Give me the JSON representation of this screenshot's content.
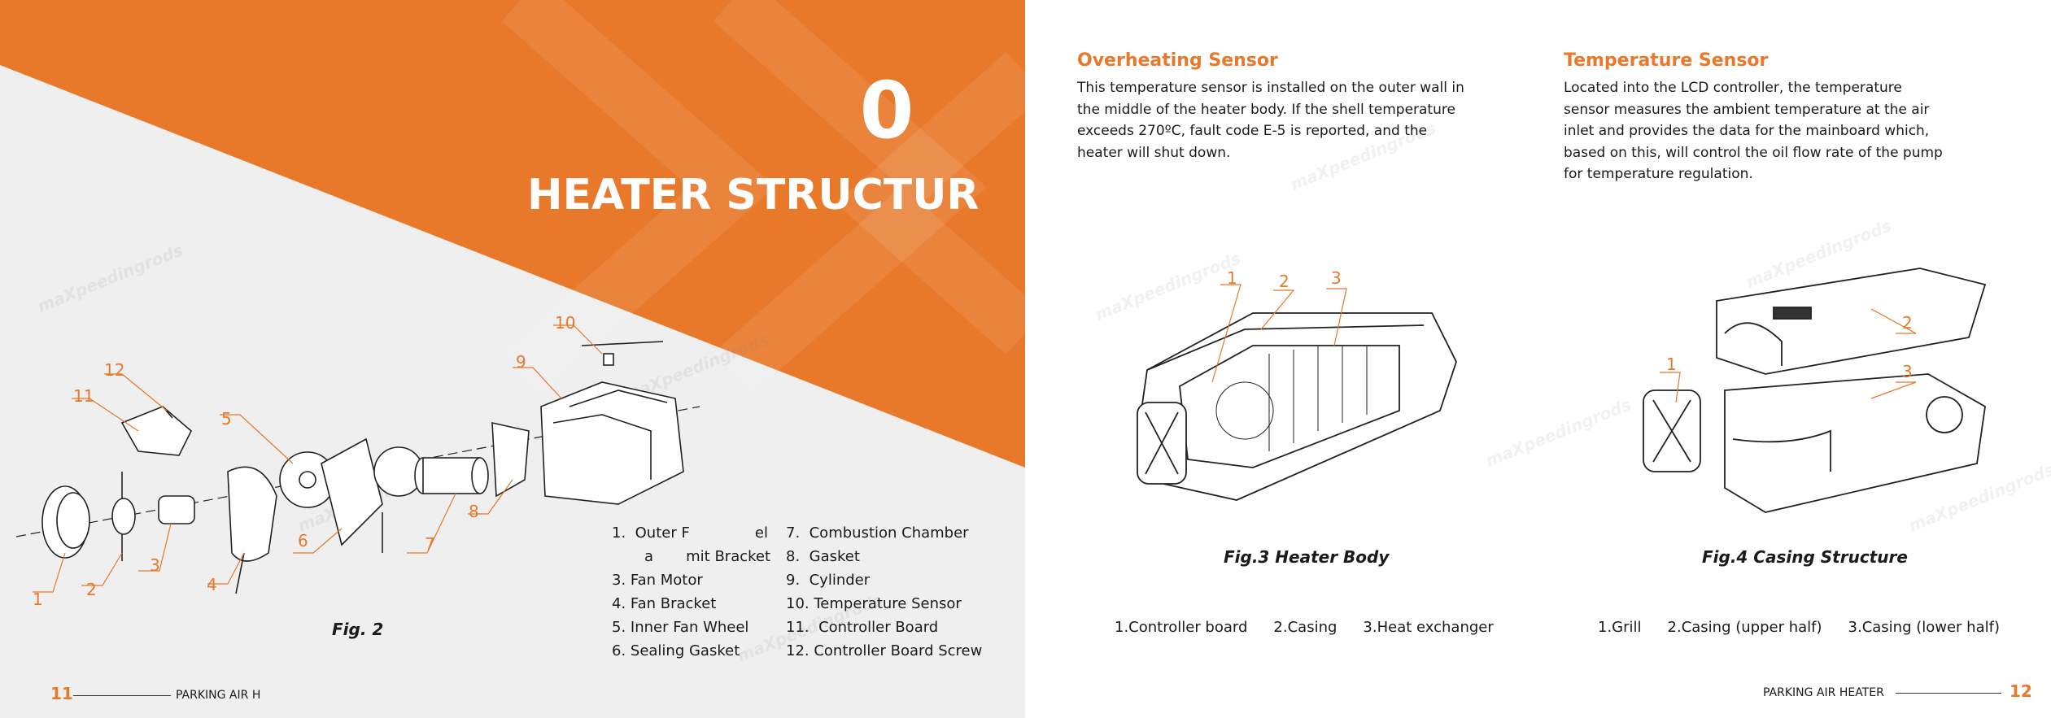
{
  "left": {
    "chapter_number": "0",
    "title": "HEATER STRUCTUR",
    "fig_caption": "Fig. 2",
    "callouts": [
      "1",
      "2",
      "3",
      "4",
      "5",
      "6",
      "7",
      "8",
      "9",
      "10",
      "11",
      "12"
    ],
    "parts_col1": [
      "1.  Outer F              el",
      "       a       mit Bracket",
      "3. Fan Motor",
      "4. Fan Bracket",
      "5. Inner Fan Wheel",
      "6. Sealing Gasket"
    ],
    "parts_col2": [
      "7.  Combustion Chamber",
      "8.  Gasket",
      "9.  Cylinder",
      "10. Temperature Sensor",
      "11.  Controller Board",
      "12. Controller Board Screw"
    ],
    "footer_page": "11",
    "footer_text": "PARKING AIR H"
  },
  "right": {
    "sections": [
      {
        "title": "Overheating Sensor",
        "body": "This temperature sensor is installed on the outer wall in the middle of the heater body. If the shell temperature exceeds 270ºC, fault code E-5 is reported, and the heater will shut down."
      },
      {
        "title": "Temperature Sensor",
        "body": "Located into the LCD controller, the temperature sensor measures the ambient temperature at the air inlet and provides the data for the mainboard which, based on this, will control the oil flow rate of the pump for temperature regulation."
      }
    ],
    "fig3": {
      "caption": "Fig.3 Heater Body",
      "callouts": [
        "1",
        "2",
        "3"
      ],
      "legend": [
        "1.Controller board",
        "2.Casing",
        "3.Heat exchanger"
      ]
    },
    "fig4": {
      "caption": "Fig.4 Casing Structure",
      "callouts": [
        "1",
        "2",
        "3"
      ],
      "legend": [
        "1.Grill",
        "2.Casing (upper half)",
        "3.Casing (lower half)"
      ]
    },
    "footer_text": "PARKING AIR HEATER",
    "footer_page": "12"
  },
  "colors": {
    "accent": "#e8782a",
    "left_background": "#efefef",
    "text": "#1a1a1a"
  }
}
